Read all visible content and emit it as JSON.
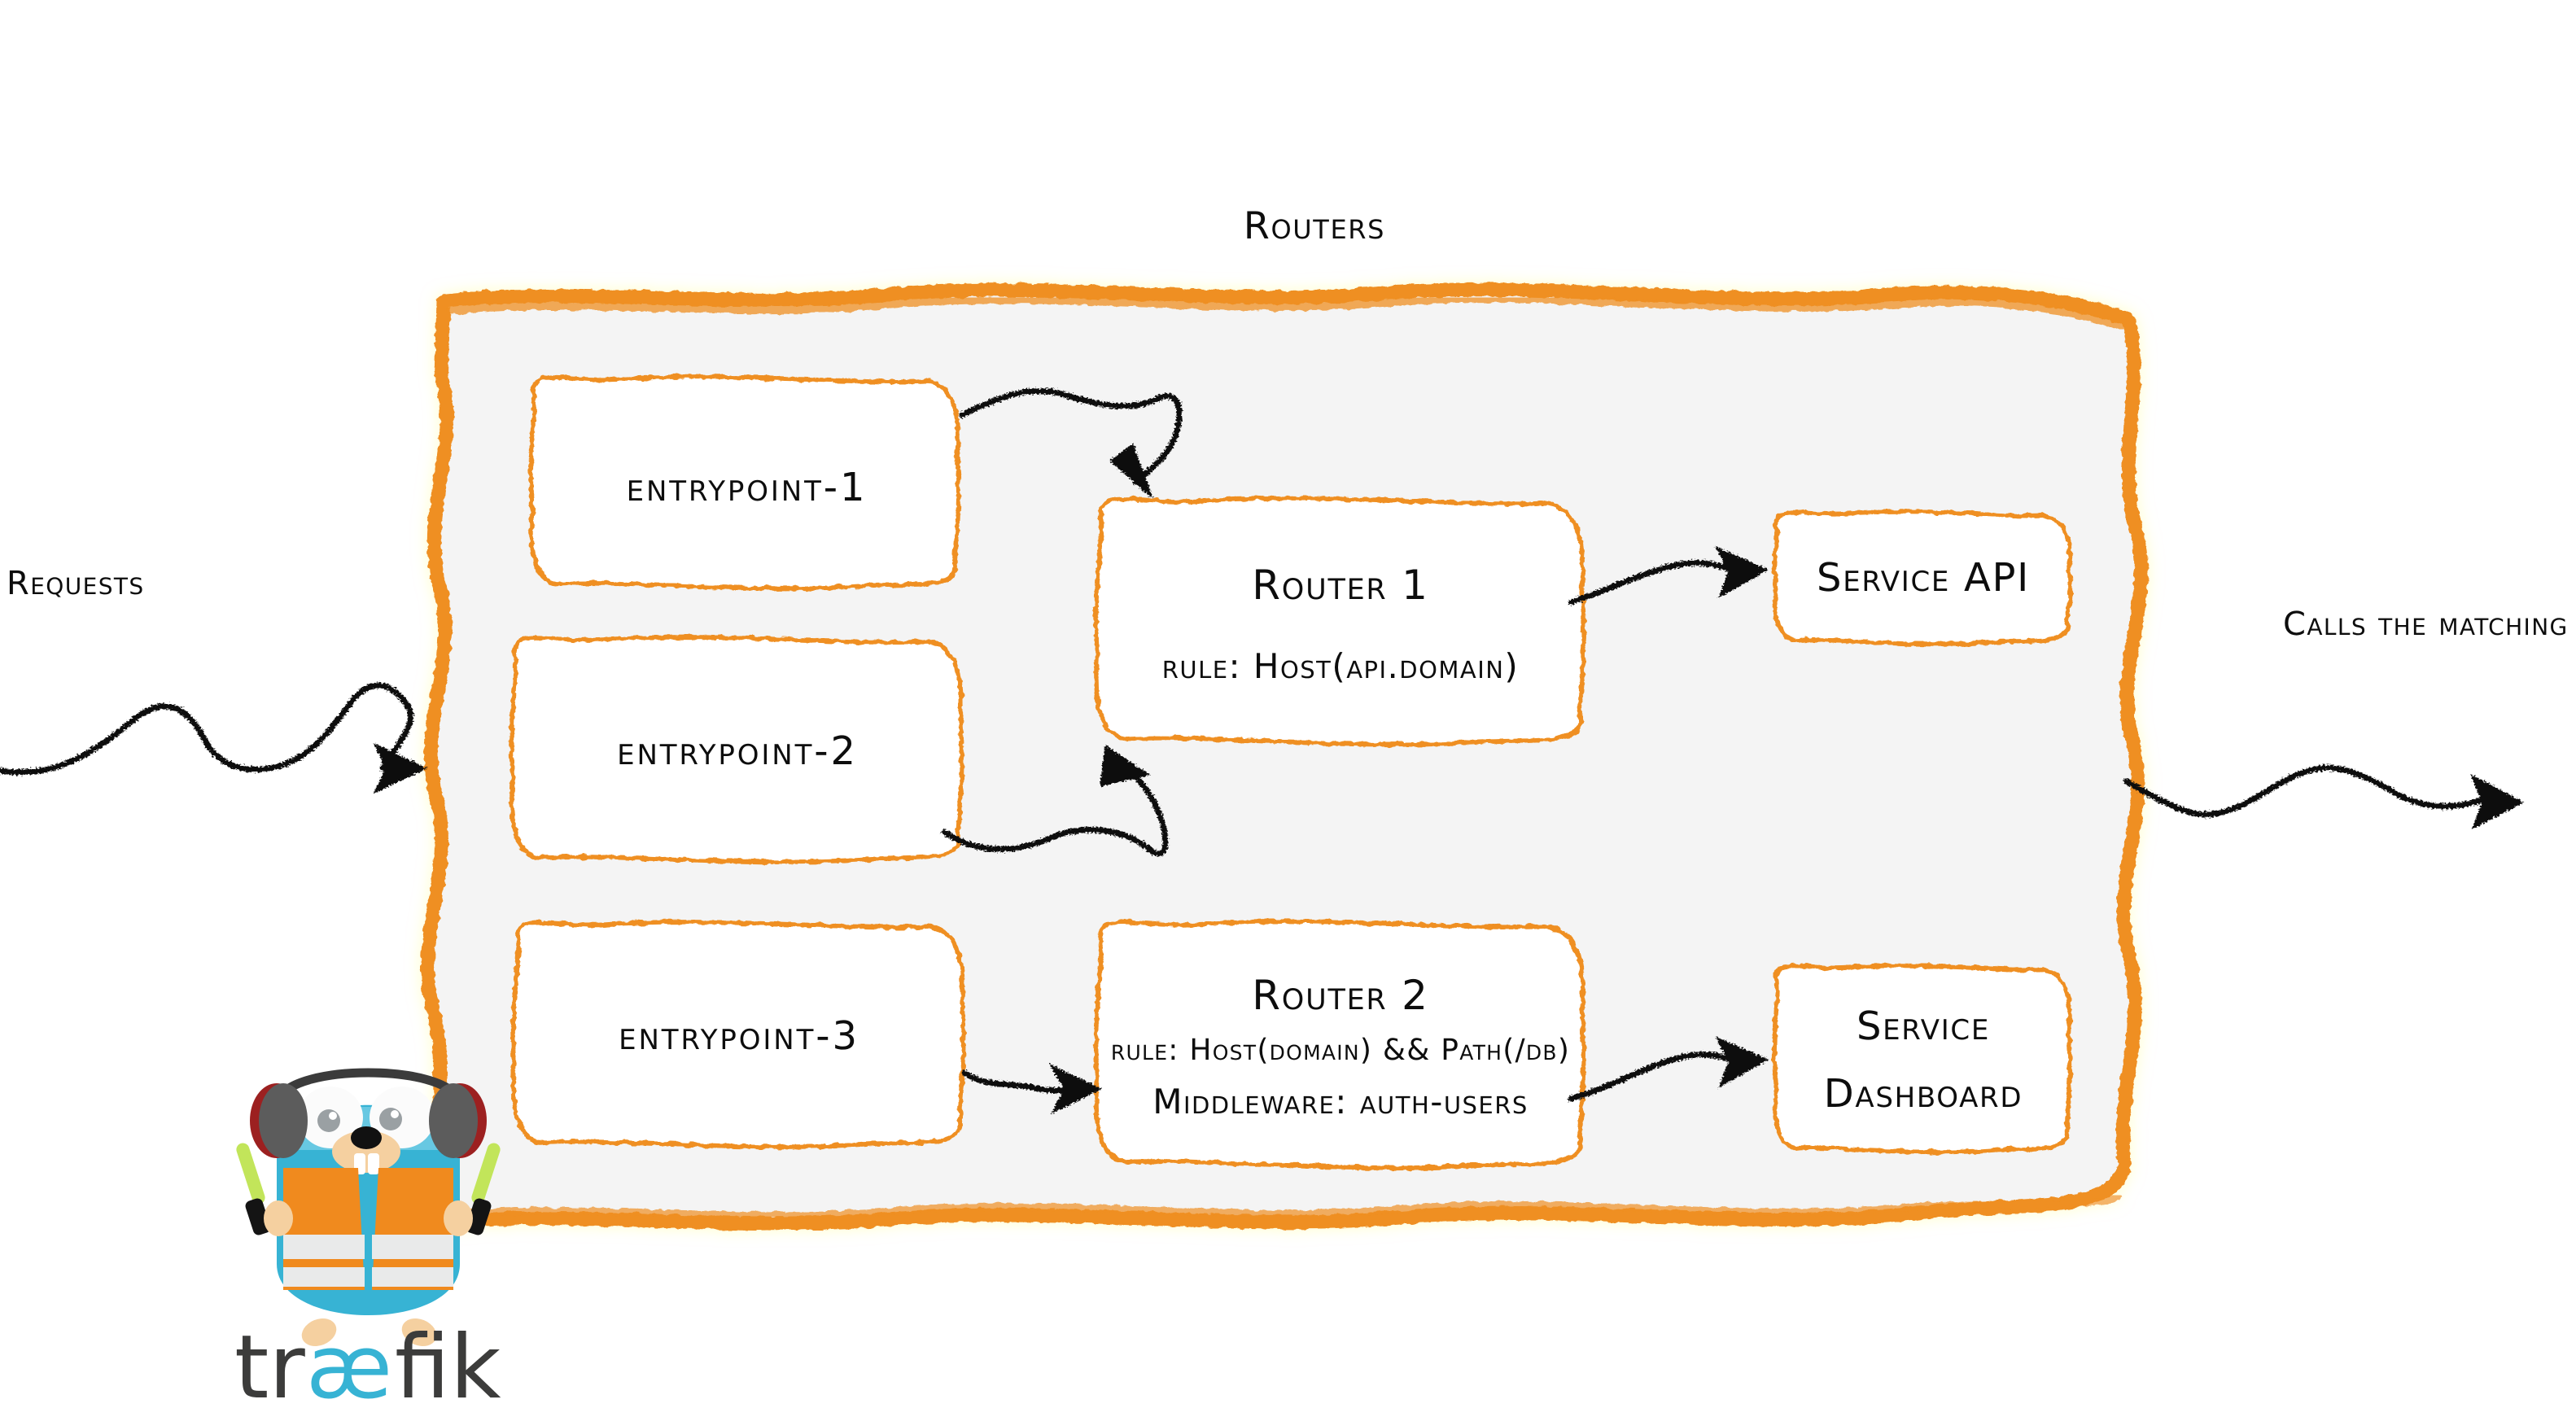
{
  "diagram": {
    "title": "Routers",
    "accent_color": "#ef8f20",
    "container_fill": "#f4f4f4",
    "ink_color": "#0d0d0d"
  },
  "entrypoints": [
    {
      "label": "entrypoint-1"
    },
    {
      "label": "entrypoint-2"
    },
    {
      "label": "entrypoint-3"
    }
  ],
  "routers": [
    {
      "title": "Router 1",
      "rule": "rule: Host(api.domain)",
      "middleware": ""
    },
    {
      "title": "Router 2",
      "rule": "rule: Host(domain) && Path(/db)",
      "middleware": "Middleware: auth-users"
    }
  ],
  "services": [
    {
      "line1": "Service API",
      "line2": ""
    },
    {
      "line1": "Service",
      "line2": "Dashboard"
    }
  ],
  "flow": {
    "incoming_label": "Requests",
    "outgoing_label": "Calls the matching server"
  },
  "branding": {
    "wordmark_left": "tr",
    "wordmark_ligature": "æ",
    "wordmark_right": "fik",
    "logo_name": "traefik-gopher-logo",
    "body_color": "#37b3d4",
    "vest_color": "#f08a1e",
    "wand_color": "#c2e55a"
  }
}
